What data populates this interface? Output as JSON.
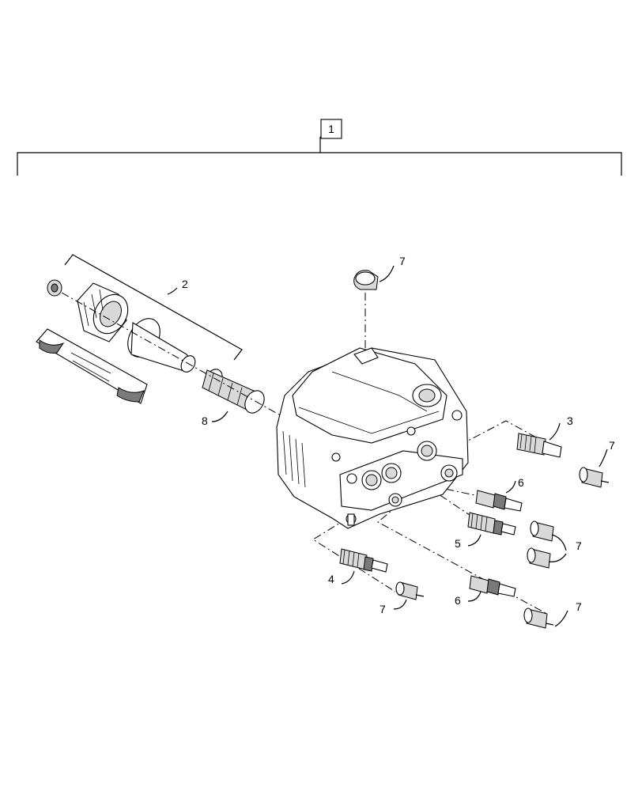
{
  "diagram": {
    "callouts": {
      "assembly": "1",
      "filter_kit": "2",
      "sensor_top": "3",
      "sensor_left": "4",
      "sensor_mid": "5",
      "fitting_upper": "6",
      "fitting_lower": "6",
      "cap_top": "7",
      "cap_right_top": "7",
      "cap_right_mid": "7",
      "cap_bottom_left": "7",
      "cap_bottom_right": "7",
      "strainer": "8"
    }
  }
}
